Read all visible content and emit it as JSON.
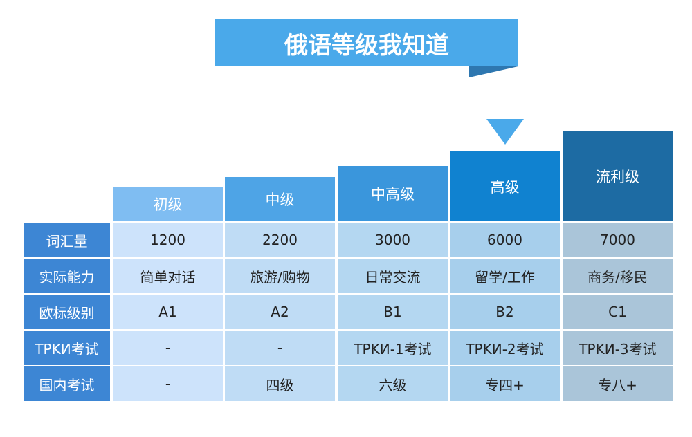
{
  "title": "俄语等级我知道",
  "levels": [
    {
      "name": "初级",
      "header_color": "#7fbdf2",
      "cell_color": "#cde3fb"
    },
    {
      "name": "中级",
      "header_color": "#4ea4e6",
      "cell_color": "#bfdcf5"
    },
    {
      "name": "中高级",
      "header_color": "#3a96dc",
      "cell_color": "#b4d7f1"
    },
    {
      "name": "高级",
      "header_color": "#1082d0",
      "cell_color": "#a7cfec"
    },
    {
      "name": "流利级",
      "header_color": "#1d6ba3",
      "cell_color": "#aac5d9"
    }
  ],
  "rows": [
    {
      "label": "词汇量",
      "values": [
        "1200",
        "2200",
        "3000",
        "6000",
        "7000"
      ]
    },
    {
      "label": "实际能力",
      "values": [
        "简单对话",
        "旅游/购物",
        "日常交流",
        "留学/工作",
        "商务/移民"
      ]
    },
    {
      "label": "欧标级别",
      "values": [
        "A1",
        "A2",
        "B1",
        "B2",
        "C1"
      ]
    },
    {
      "label": "TPKИ考试",
      "values": [
        "-",
        "-",
        "TPKИ-1考试",
        "TPKИ-2考试",
        "TPKИ-3考试"
      ]
    },
    {
      "label": "国内考试",
      "values": [
        "-",
        "四级",
        "六级",
        "专四+",
        "专八+"
      ]
    }
  ],
  "highlight": "高级"
}
